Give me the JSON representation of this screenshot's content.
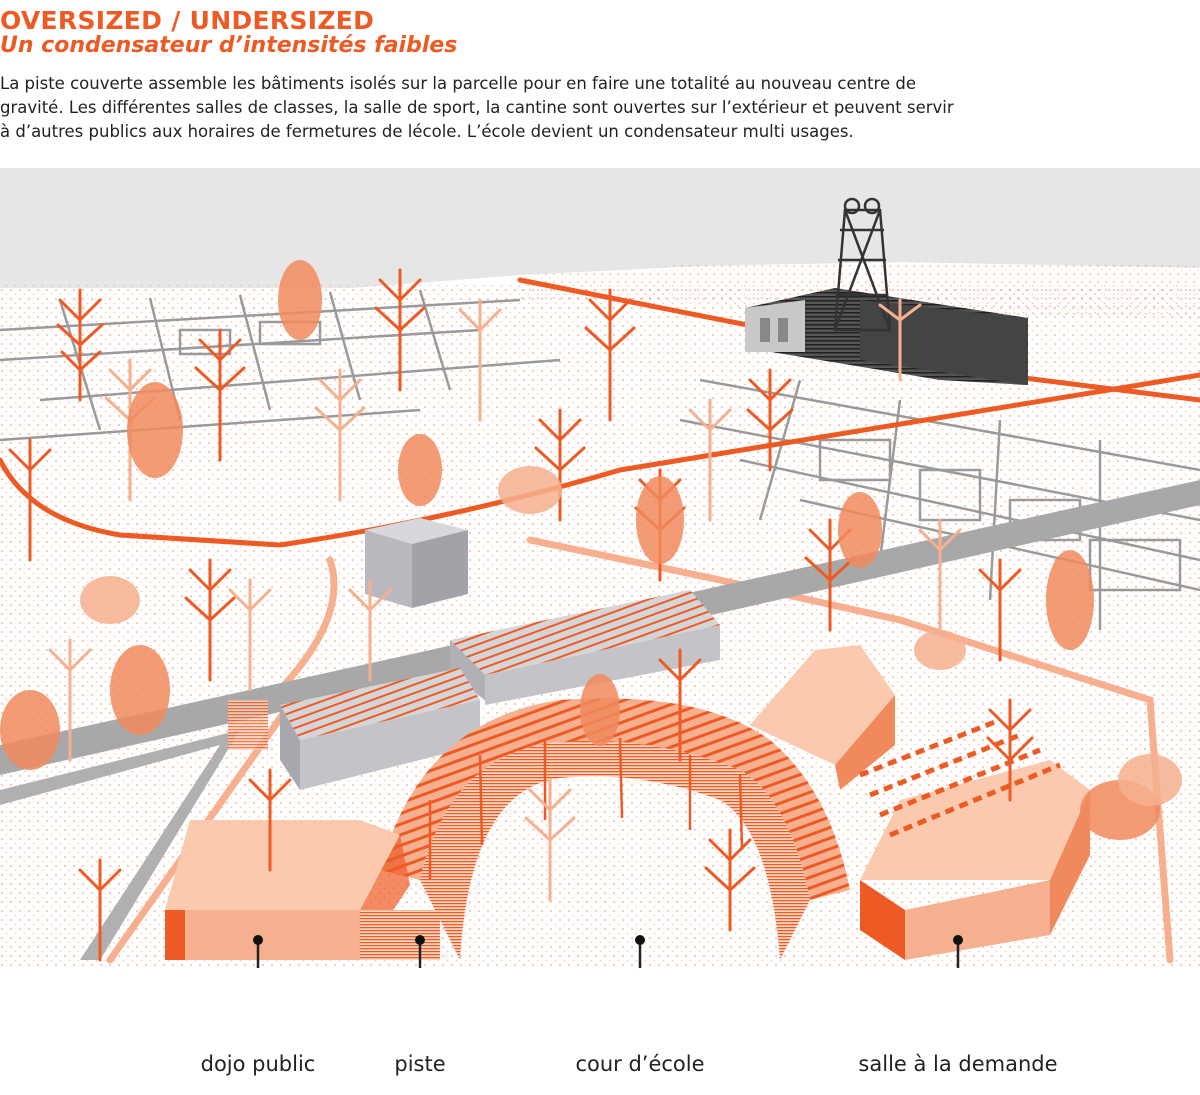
{
  "header": {
    "title": "OVERSIZED / UNDERSIZED",
    "subtitle": "Un condensateur d’intensités faibles",
    "description": "La piste couverte assemble les bâtiments isolés sur la parcelle pour en faire une totalité au nouveau centre de gravité. Les différentes salles de classes, la salle de sport, la cantine sont ouvertes sur l’extérieur et peuvent servir à d’autres publics aux horaires de fermetures de lécole. L’école devient un condensateur multi usages."
  },
  "labels": {
    "dojo": "dojo public",
    "piste": "piste",
    "cour": "cour d’école",
    "salle": "salle à la demande"
  },
  "colors": {
    "accent": "#ee5a24",
    "light_orange": "#f6b08f",
    "pale_orange": "#fbd2bd",
    "sky_grey": "#e6e6e6",
    "road_grey": "#a8a8a8",
    "building_grey": "#c4c4c8",
    "text": "#222222"
  }
}
